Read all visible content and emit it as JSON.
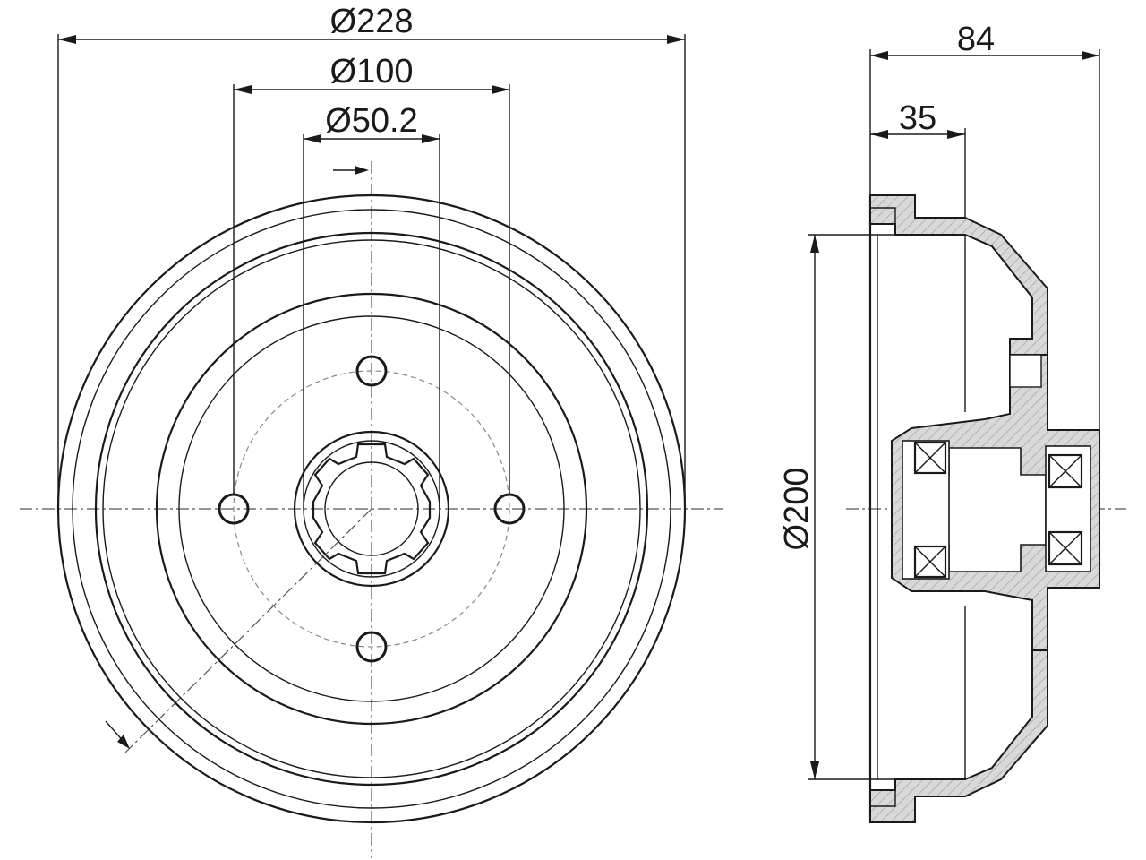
{
  "dimensions": {
    "outer_diameter": "Ø228",
    "pitch_diameter": "Ø100",
    "center_bore": "Ø50.2",
    "total_height": "84",
    "flange_height": "35",
    "drum_inner_diameter": "Ø200"
  },
  "colors": {
    "line": "#1a1a1a",
    "hatch_fill": "#d9d9d9",
    "background": "#ffffff"
  }
}
